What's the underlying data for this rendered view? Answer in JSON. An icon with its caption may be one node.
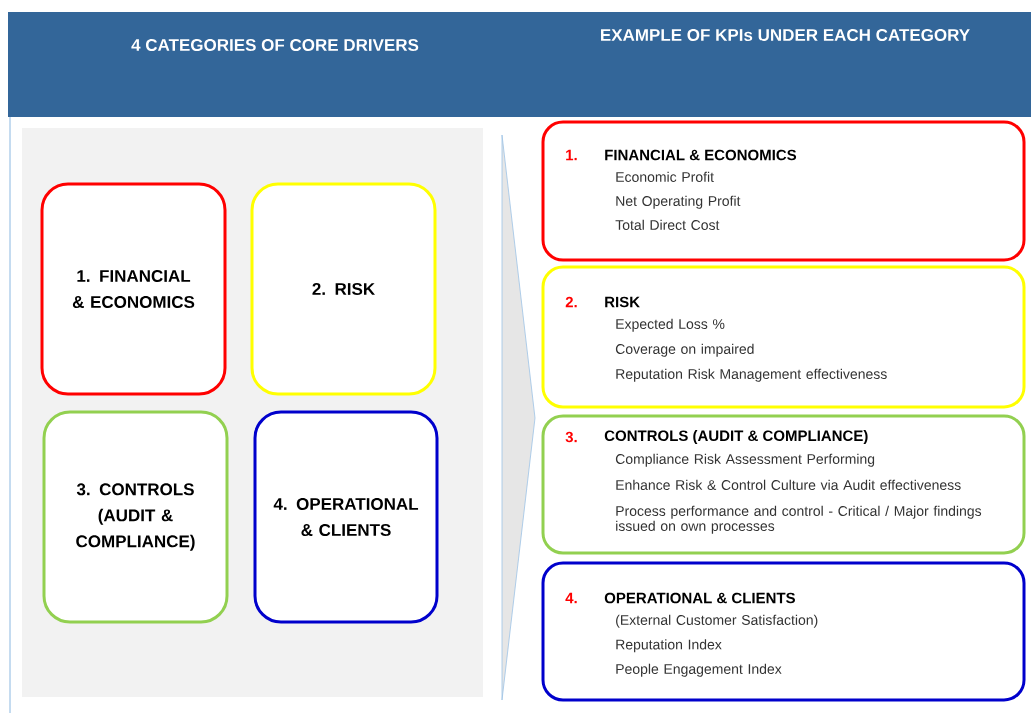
{
  "diagram": {
    "nodes": [
      {
        "text": [
          "4 CATEGORIES OF CORE DRIVERS",
          "EXAMPLE OF KPIs UNDER EACH CATEGORY"
        ]
      },
      {
        "text": [],
        "shape": "box"
      },
      {
        "text": [
          "1. FINANCIAL & ECONOMICS"
        ],
        "in": 1
      },
      {
        "text": [
          "2. RISK"
        ],
        "in": 1
      },
      {
        "text": [
          "3. CONTROLS (AUDIT & COMPLIANCE)"
        ],
        "in": 1
      },
      {
        "text": [
          "4. OPERATIONAL & CLIENTS"
        ],
        "in": 1
      },
      {
        "text": [
          "1.",
          "FINANCIAL & ECONOMICS",
          "Economic Profit",
          "Net Operating Profit",
          "Total Direct Cost"
        ]
      },
      {
        "text": [
          "2.",
          "RISK",
          "Expected Loss %",
          "Coverage on impaired",
          "Reputation Risk Management effectiveness"
        ]
      },
      {
        "text": [
          "3.",
          "CONTROLS (AUDIT & COMPLIANCE)",
          "Compliance Risk Assessment Performing",
          "Enhance Risk & Control Culture via Audit effectiveness",
          "Process performance and control - Critical / Major findings issued on own processes"
        ]
      },
      {
        "text": [
          "4.",
          "OPERATIONAL & CLIENTS",
          "(External Customer Satisfaction)",
          "Reputation Index",
          "People Engagement Index"
        ]
      }
    ]
  }
}
